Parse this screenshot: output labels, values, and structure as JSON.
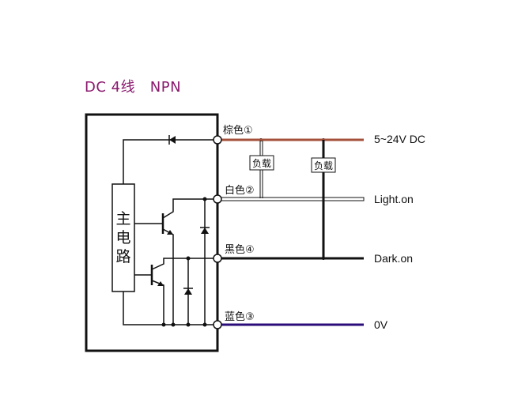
{
  "title": "DC 4线   NPN",
  "main_circuit_label": [
    "主",
    "电",
    "路"
  ],
  "wires": [
    {
      "id": "brown",
      "label": "棕色①",
      "output": "5~24V DC",
      "color": "#a4503a"
    },
    {
      "id": "white",
      "label": "白色②",
      "output": "Light.on",
      "color": "#ffffff"
    },
    {
      "id": "black",
      "label": "黑色④",
      "output": "Dark.on",
      "color": "#111111"
    },
    {
      "id": "blue",
      "label": "蓝色③",
      "output": "0V",
      "color": "#2a0d7a"
    }
  ],
  "loads": [
    {
      "label": "负载",
      "connects": "brown-to-white"
    },
    {
      "label": "负载",
      "connects": "brown-to-black"
    }
  ],
  "colors": {
    "title": "#8a1a6e",
    "line": "#111111"
  }
}
